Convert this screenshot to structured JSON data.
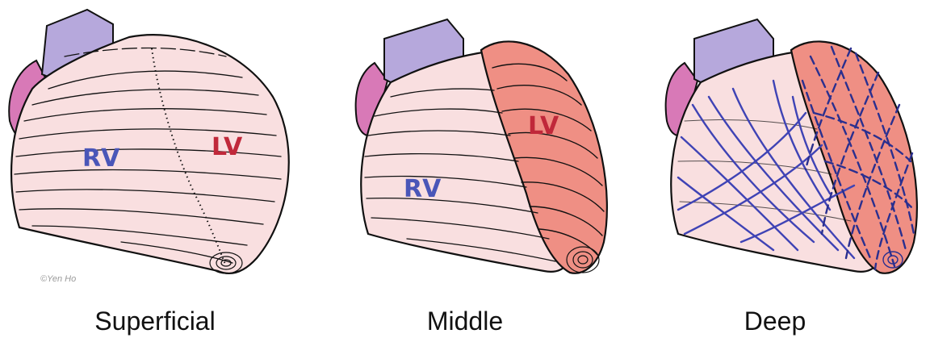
{
  "figure": {
    "panels": [
      {
        "caption": "Superficial",
        "labels": {
          "rv": "RV",
          "lv": "LV"
        }
      },
      {
        "caption": "Middle",
        "labels": {
          "rv": "RV",
          "lv": "LV"
        }
      },
      {
        "caption": "Deep"
      }
    ],
    "credit": "©Yen Ho"
  },
  "colors": {
    "rv_wall": "#f9dfe0",
    "lv_wall": "#ef8f84",
    "vessel_purple": "#b6a8dc",
    "atrium_pink": "#d879b7",
    "rv_label": "#4a56b8",
    "lv_label": "#c0283a",
    "deep_fibers": "#3f43b5",
    "outline": "#111111"
  }
}
